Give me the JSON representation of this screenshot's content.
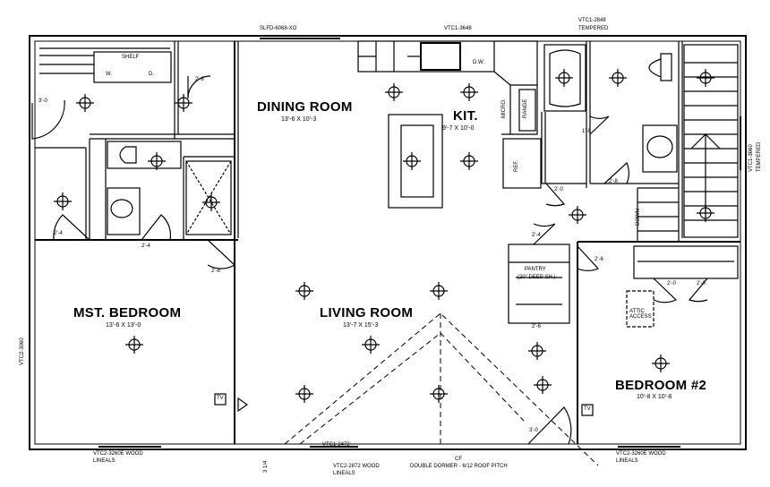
{
  "rooms": {
    "dining": {
      "name": "DINING ROOM",
      "dim": "13'-6 X 10'-3"
    },
    "kitchen": {
      "name": "KIT.",
      "dim": "9'-7 X 10'-0"
    },
    "master": {
      "name": "MST. BEDROOM",
      "dim": "13'-6 X 13'-0"
    },
    "living": {
      "name": "LIVING ROOM",
      "dim": "13'-7 X 15'-3"
    },
    "bedroom2": {
      "name": "BEDROOM #2",
      "dim": "10'-8 X 10'-8"
    }
  },
  "labels": {
    "shelf": "SHELF",
    "washer": "W.",
    "dryer": "D.",
    "dishwasher": "D.W.",
    "micro": "MICRO.",
    "range": "RANGE",
    "fridge": "REF.",
    "pantry": "PANTRY",
    "pantry_note": "(20\" DEEP SH.)",
    "down": "DOWN",
    "attic": "ATTIC ACCESS",
    "tv": "TV",
    "door_30": "3'-0",
    "door_28": "2'-8",
    "door_24": "2'-4",
    "door_20": "2'-0",
    "door_18": "1'-8",
    "door_26": "2'-6"
  },
  "windows": {
    "top_slider": "SLFD-6068-XO",
    "top_kitchen": "VTC1-3648",
    "top_bath": "VTC1-2848",
    "top_bath_note": "TEMPERED",
    "right_stair": "VTC1-3660",
    "right_stair_note": "TEMPERED",
    "left_master": "VTC2-3060",
    "bottom_master": "VTC2-3260E WOOD",
    "bottom_master_note": "LINEALS",
    "bottom_bed2": "VTC2-3260E WOOD",
    "bottom_bed2_note": "LINEALS",
    "bottom_living": "VTC2-2872 WOOD",
    "bottom_living_note": "LINEALS",
    "bottom_top_header": "VTC1-2472",
    "dormer": "DOUBLE DORMER - 6/12 ROOF PITCH",
    "front_door_label": "CF",
    "side_note": "3 1/4"
  },
  "icon_names": [
    "ceiling-light-icon",
    "door-swing-icon",
    "stair-arrow-icon",
    "tv-outlet-icon"
  ]
}
